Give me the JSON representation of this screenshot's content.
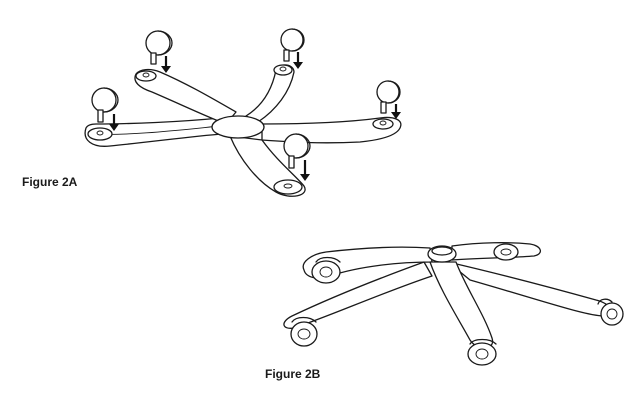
{
  "figures": [
    {
      "id": "fig-2a",
      "caption": "Figure 2A"
    },
    {
      "id": "fig-2b",
      "caption": "Figure 2B"
    }
  ],
  "colors": {
    "line": "#1a1a1a",
    "background": "#ffffff"
  }
}
